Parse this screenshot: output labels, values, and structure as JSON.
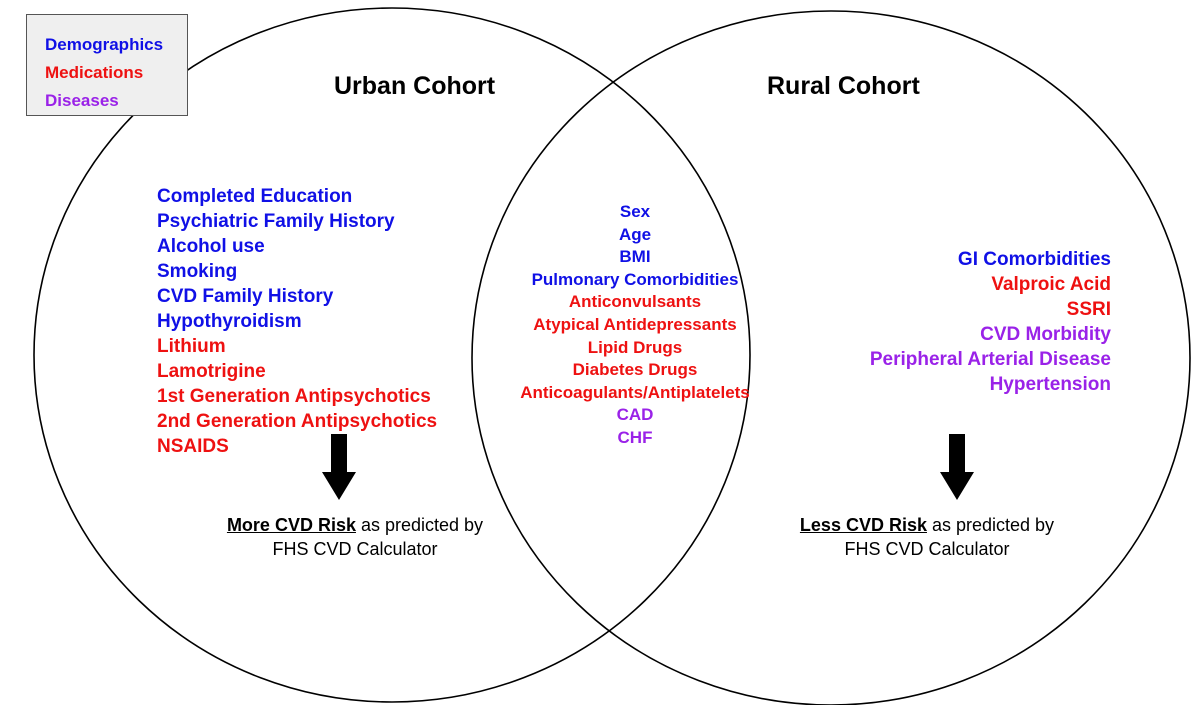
{
  "colors": {
    "demographics": "#1010e6",
    "medications": "#ee1111",
    "diseases": "#9a22e8",
    "outline": "#000000"
  },
  "legend": {
    "entries": [
      {
        "label": "Demographics",
        "category": "demographics"
      },
      {
        "label": "Medications",
        "category": "medications"
      },
      {
        "label": "Diseases",
        "category": "diseases"
      }
    ]
  },
  "urban": {
    "title": "Urban Cohort",
    "factors": [
      {
        "label": "Completed Education",
        "category": "demographics"
      },
      {
        "label": "Psychiatric Family History",
        "category": "demographics"
      },
      {
        "label": "Alcohol use",
        "category": "demographics"
      },
      {
        "label": "Smoking",
        "category": "demographics"
      },
      {
        "label": "CVD Family History",
        "category": "demographics"
      },
      {
        "label": "Hypothyroidism",
        "category": "demographics"
      },
      {
        "label": "Lithium",
        "category": "medications"
      },
      {
        "label": "Lamotrigine",
        "category": "medications"
      },
      {
        "label": "1st Generation Antipsychotics",
        "category": "medications"
      },
      {
        "label": "2nd Generation Antipsychotics",
        "category": "medications"
      },
      {
        "label": "NSAIDS",
        "category": "medications"
      }
    ],
    "risk_strong": "More CVD Risk",
    "risk_rest": " as predicted by",
    "risk_line2": "FHS CVD Calculator"
  },
  "shared": {
    "factors": [
      {
        "label": "Sex",
        "category": "demographics"
      },
      {
        "label": "Age",
        "category": "demographics"
      },
      {
        "label": "BMI",
        "category": "demographics"
      },
      {
        "label": "Pulmonary Comorbidities",
        "category": "demographics"
      },
      {
        "label": "Anticonvulsants",
        "category": "medications"
      },
      {
        "label": "Atypical Antidepressants",
        "category": "medications"
      },
      {
        "label": "Lipid Drugs",
        "category": "medications"
      },
      {
        "label": "Diabetes Drugs",
        "category": "medications"
      },
      {
        "label": "Anticoagulants/Antiplatelets",
        "category": "medications"
      },
      {
        "label": "CAD",
        "category": "diseases"
      },
      {
        "label": "CHF",
        "category": "diseases"
      }
    ]
  },
  "rural": {
    "title": "Rural Cohort",
    "factors": [
      {
        "label": "GI Comorbidities",
        "category": "demographics"
      },
      {
        "label": "Valproic Acid",
        "category": "medications"
      },
      {
        "label": "SSRI",
        "category": "medications"
      },
      {
        "label": "CVD Morbidity",
        "category": "diseases"
      },
      {
        "label": "Peripheral Arterial Disease",
        "category": "diseases"
      },
      {
        "label": "Hypertension",
        "category": "diseases"
      }
    ],
    "risk_strong": "Less CVD Risk",
    "risk_rest": " as predicted by",
    "risk_line2": "FHS CVD Calculator"
  }
}
